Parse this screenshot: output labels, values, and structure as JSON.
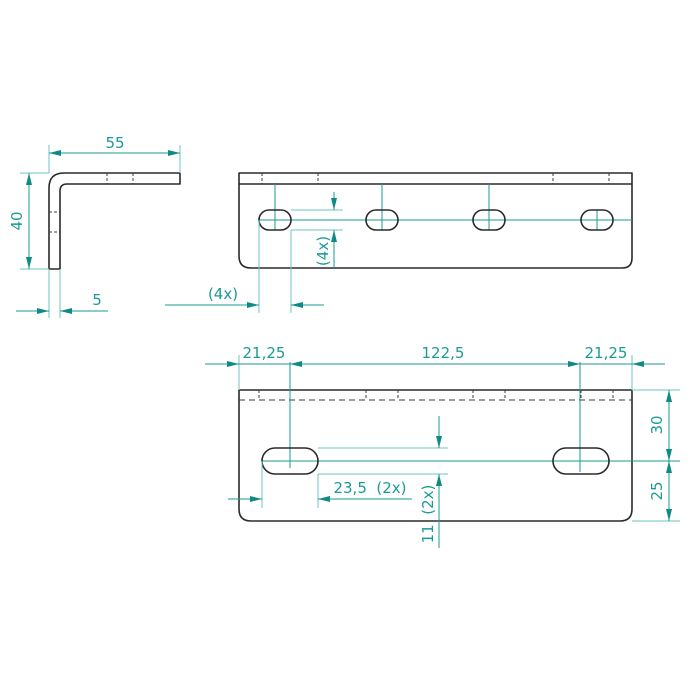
{
  "colors": {
    "part_outline": "#2a2a2a",
    "dimension": "#1a9b95",
    "arrow": "#0f8a84",
    "background": "#ffffff"
  },
  "side_view": {
    "flange_length_label": "55",
    "leg_height_label": "40",
    "thickness_label": "5"
  },
  "top_view": {
    "slot_count": 4,
    "slot_height_label": "(4x)",
    "slot_width_label": "(4x)"
  },
  "front_view": {
    "left_offset_label": "21,25",
    "center_spacing_label": "122,5",
    "right_offset_label": "21,25",
    "upper_height_label": "30",
    "lower_height_label": "25",
    "slot_length_label": "23,5  (2x)",
    "slot_height_label": "11  (2x)"
  }
}
